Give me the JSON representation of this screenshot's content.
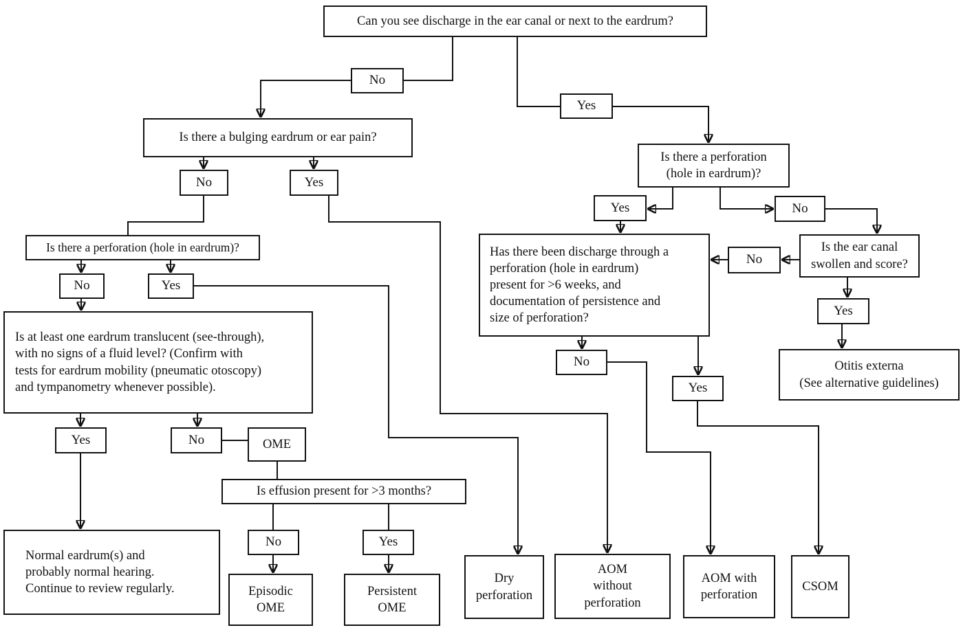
{
  "diagram": {
    "type": "flowchart",
    "topic": "Ear discharge / otitis media diagnostic decision tree",
    "colors": {
      "line": "#111111",
      "box_fill": "#ffffff",
      "background": "#ffffff"
    },
    "nodes": {
      "q_discharge": {
        "label": "Can you see discharge in the ear canal or next to the eardrum?"
      },
      "no1": {
        "label": "No"
      },
      "yes1": {
        "label": "Yes"
      },
      "q_bulging": {
        "label": "Is there a bulging eardrum or ear pain?"
      },
      "no2": {
        "label": "No"
      },
      "yes2": {
        "label": "Yes"
      },
      "q_perf_left": {
        "label": "Is there a perforation (hole in eardrum)?"
      },
      "no3": {
        "label": "No"
      },
      "yes3": {
        "label": "Yes"
      },
      "q_translucent": {
        "label": "Is at least one eardrum translucent (see-through),\nwith no signs of a fluid level? (Confirm with\ntests for eardrum mobility (pneumatic otoscopy)\nand tympanometry whenever possible)."
      },
      "yes4": {
        "label": "Yes"
      },
      "no4": {
        "label": "No"
      },
      "ome": {
        "label": "OME"
      },
      "q_effusion": {
        "label": "Is effusion present for >3 months?"
      },
      "no5": {
        "label": "No"
      },
      "yes5": {
        "label": "Yes"
      },
      "normal": {
        "label": "Normal eardrum(s) and\nprobably normal hearing.\nContinue to review regularly."
      },
      "episodic": {
        "label": "Episodic\nOME"
      },
      "persistent": {
        "label": "Persistent\nOME"
      },
      "q_perf_right": {
        "label": "Is there a perforation\n(hole in eardrum)?"
      },
      "yes6": {
        "label": "Yes"
      },
      "no6": {
        "label": "No"
      },
      "q_discharge6w": {
        "label": "Has there been discharge through a\nperforation (hole in eardrum)\npresent for >6 weeks, and\ndocumentation of persistence and\nsize of perforation?"
      },
      "no7": {
        "label": "No"
      },
      "q_swollen": {
        "label": "Is the ear canal\nswollen and score?"
      },
      "yes7": {
        "label": "Yes"
      },
      "otitis": {
        "label": "Otitis externa\n(See alternative guidelines)"
      },
      "no8": {
        "label": "No"
      },
      "yes8": {
        "label": "Yes"
      },
      "dry": {
        "label": "Dry\nperforation"
      },
      "aom_without": {
        "label": "AOM\nwithout\nperforation"
      },
      "aom_with": {
        "label": "AOM with\nperforation"
      },
      "csom": {
        "label": "CSOM"
      }
    },
    "edges": [
      {
        "from": "q_discharge",
        "to": "no1"
      },
      {
        "from": "no1",
        "to": "q_bulging"
      },
      {
        "from": "q_discharge",
        "to": "yes1"
      },
      {
        "from": "yes1",
        "to": "q_perf_right"
      },
      {
        "from": "q_bulging",
        "to": "no2"
      },
      {
        "from": "no2",
        "to": "q_perf_left"
      },
      {
        "from": "q_bulging",
        "to": "yes2"
      },
      {
        "from": "yes2",
        "to": "aom_without"
      },
      {
        "from": "q_perf_left",
        "to": "no3"
      },
      {
        "from": "no3",
        "to": "q_translucent"
      },
      {
        "from": "q_perf_left",
        "to": "yes3"
      },
      {
        "from": "yes3",
        "to": "dry"
      },
      {
        "from": "q_translucent",
        "to": "yes4"
      },
      {
        "from": "yes4",
        "to": "normal"
      },
      {
        "from": "q_translucent",
        "to": "no4"
      },
      {
        "from": "no4",
        "to": "ome"
      },
      {
        "from": "ome",
        "to": "q_effusion"
      },
      {
        "from": "q_effusion",
        "to": "no5"
      },
      {
        "from": "no5",
        "to": "episodic"
      },
      {
        "from": "q_effusion",
        "to": "yes5"
      },
      {
        "from": "yes5",
        "to": "persistent"
      },
      {
        "from": "q_perf_right",
        "to": "yes6"
      },
      {
        "from": "yes6",
        "to": "q_discharge6w"
      },
      {
        "from": "q_perf_right",
        "to": "no6"
      },
      {
        "from": "no6",
        "to": "q_swollen"
      },
      {
        "from": "q_swollen",
        "to": "no7"
      },
      {
        "from": "no7",
        "to": "q_discharge6w"
      },
      {
        "from": "q_swollen",
        "to": "yes7"
      },
      {
        "from": "yes7",
        "to": "otitis"
      },
      {
        "from": "q_discharge6w",
        "to": "no8"
      },
      {
        "from": "no8",
        "to": "aom_with"
      },
      {
        "from": "q_discharge6w",
        "to": "yes8"
      },
      {
        "from": "yes8",
        "to": "csom"
      }
    ]
  }
}
